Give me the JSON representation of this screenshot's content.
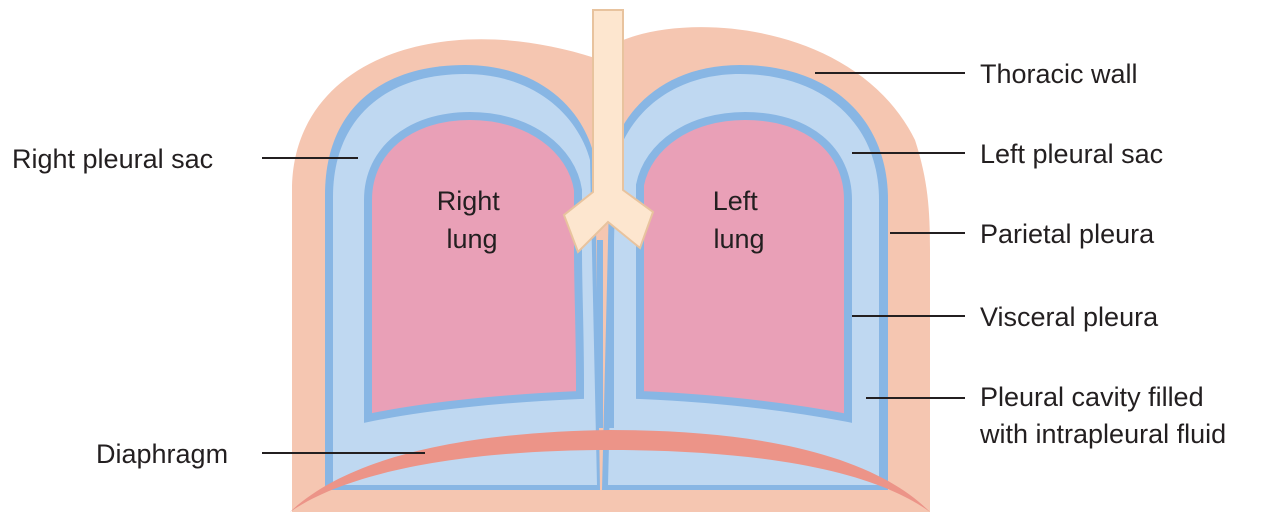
{
  "labels": {
    "right_pleural_sac": "Right pleural sac",
    "diaphragm": "Diaphragm",
    "thoracic_wall": "Thoracic wall",
    "left_pleural_sac": "Left pleural sac",
    "parietal_pleura": "Parietal pleura",
    "visceral_pleura": "Visceral pleura",
    "pleural_cavity_line1": "Pleural cavity filled",
    "pleural_cavity_line2": "with intrapleural fluid"
  },
  "lungs": {
    "right_line1": "Right",
    "right_line2": "lung",
    "left_line1": "Left",
    "left_line2": "lung"
  },
  "colors": {
    "thoracic_wall": "#f5c6b1",
    "pleura_membrane": "#88b6e4",
    "pleural_cavity": "#bfd8f1",
    "lung": "#e9a0b7",
    "trachea": "#fde6cf",
    "trachea_outline": "#e8c39e",
    "diaphragm": "#ec9488"
  }
}
